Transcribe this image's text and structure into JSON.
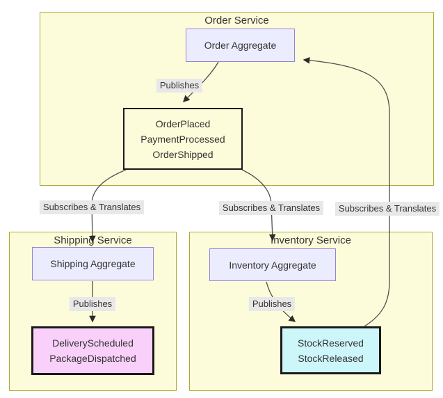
{
  "diagram": {
    "type": "event-driven microservices diagram",
    "colors": {
      "container_fill": "#fdfcda",
      "container_border": "#aaaa33",
      "aggregate_fill": "#ECECFF",
      "aggregate_border": "#9683d8",
      "event_box_border": "#1a1a1a",
      "order_events_fill": "#fdfcda",
      "shipping_events_fill": "#f9d0f9",
      "inventory_events_fill": "#cdf6fa",
      "edge_label_bg": "#e8e8e8",
      "edge_stroke": "#4d4d4d",
      "text": "#333333"
    },
    "containers": {
      "order": {
        "title": "Order Service"
      },
      "shipping": {
        "title": "Shipping Service"
      },
      "inventory": {
        "title": "Inventory Service"
      }
    },
    "nodes": {
      "order_aggregate": {
        "label": "Order Aggregate"
      },
      "order_events": {
        "line1": "OrderPlaced",
        "line2": "PaymentProcessed",
        "line3": "OrderShipped"
      },
      "shipping_aggregate": {
        "label": "Shipping Aggregate"
      },
      "shipping_events": {
        "line1": "DeliveryScheduled",
        "line2": "PackageDispatched"
      },
      "inventory_aggregate": {
        "label": "Inventory Aggregate"
      },
      "inventory_events": {
        "line1": "StockReserved",
        "line2": "StockReleased"
      }
    },
    "edge_labels": {
      "order_publishes": "Publishes",
      "events_to_shipping": "Subscribes & Translates",
      "events_to_inventory": "Subscribes & Translates",
      "stock_to_order": "Subscribes & Translates",
      "shipping_publishes": "Publishes",
      "inventory_publishes": "Publishes"
    }
  }
}
